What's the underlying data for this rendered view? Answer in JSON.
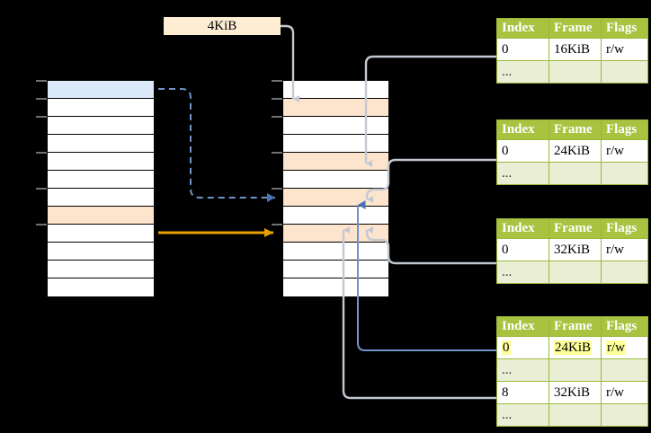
{
  "diagram": {
    "title_label": "4KiB",
    "virtual_column": {
      "name": "virtual-address-column",
      "rows": 12,
      "highlight_blue_row": 1,
      "highlight_peach_row": 8
    },
    "physical_column": {
      "name": "physical-memory-column",
      "rows": 12,
      "highlight_peach_rows": [
        2,
        5,
        7,
        9
      ]
    },
    "page_tables": [
      {
        "name": "page-table-level-1",
        "headers": [
          "Index",
          "Frame",
          "Flags"
        ],
        "rows": [
          {
            "cells": [
              "0",
              "16KiB",
              "r/w"
            ],
            "style": "normal",
            "highlight": []
          },
          {
            "cells": [
              "...",
              "",
              ""
            ],
            "style": "alt",
            "highlight": []
          }
        ]
      },
      {
        "name": "page-table-level-2",
        "headers": [
          "Index",
          "Frame",
          "Flags"
        ],
        "rows": [
          {
            "cells": [
              "0",
              "24KiB",
              "r/w"
            ],
            "style": "normal",
            "highlight": []
          },
          {
            "cells": [
              "...",
              "",
              ""
            ],
            "style": "alt",
            "highlight": []
          }
        ]
      },
      {
        "name": "page-table-level-3",
        "headers": [
          "Index",
          "Frame",
          "Flags"
        ],
        "rows": [
          {
            "cells": [
              "0",
              "32KiB",
              "r/w"
            ],
            "style": "normal",
            "highlight": []
          },
          {
            "cells": [
              "...",
              "",
              ""
            ],
            "style": "alt",
            "highlight": []
          }
        ]
      },
      {
        "name": "page-table-level-4",
        "headers": [
          "Index",
          "Frame",
          "Flags"
        ],
        "rows": [
          {
            "cells": [
              "0",
              "24KiB",
              "r/w"
            ],
            "style": "normal",
            "highlight": [
              0,
              1,
              2
            ]
          },
          {
            "cells": [
              "...",
              "",
              ""
            ],
            "style": "alt",
            "highlight": []
          },
          {
            "cells": [
              "8",
              "32KiB",
              "r/w"
            ],
            "style": "normal",
            "highlight": []
          },
          {
            "cells": [
              "...",
              "",
              ""
            ],
            "style": "alt",
            "highlight": []
          }
        ]
      }
    ],
    "colors": {
      "background": "#000000",
      "table_header_green": "#a9c23f",
      "table_alt_row": "#e9eed5",
      "highlight_yellow": "#ffff99",
      "peach": "#fde4cd",
      "blue_row": "#dce9f9",
      "arrow_blue": "#4a75b5",
      "arrow_orange": "#e8a200",
      "connector_gray": "#b3b3b3"
    }
  }
}
